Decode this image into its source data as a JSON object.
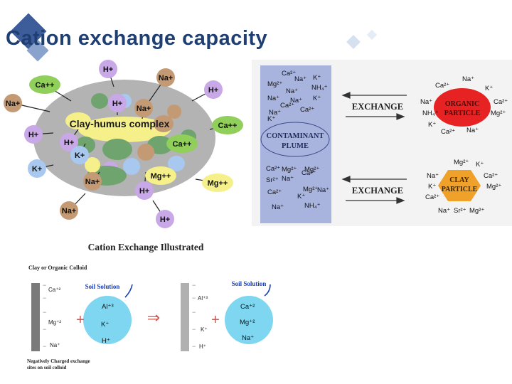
{
  "title": "Cation exchange capacity",
  "diagram1": {
    "center_label": "Clay-humus complex",
    "ions": [
      {
        "label": "H+",
        "color": "#c9a8e8"
      },
      {
        "label": "Na+",
        "color": "#c49a74"
      },
      {
        "label": "Ca++",
        "color": "#8fcf5a"
      },
      {
        "label": "H+",
        "color": "#c9a8e8"
      },
      {
        "label": "Na+",
        "color": "#c49a74"
      },
      {
        "label": "H+",
        "color": "#c9a8e8"
      },
      {
        "label": "Na+",
        "color": "#c49a74"
      },
      {
        "label": "Ca++",
        "color": "#8fcf5a"
      },
      {
        "label": "H+",
        "color": "#c9a8e8"
      },
      {
        "label": "H+",
        "color": "#c9a8e8"
      },
      {
        "label": "K+",
        "color": "#a8c8f0"
      },
      {
        "label": "Ca++",
        "color": "#8fcf5a"
      },
      {
        "label": "K+",
        "color": "#a8c8f0"
      },
      {
        "label": "Na+",
        "color": "#c49a74"
      },
      {
        "label": "Mg++",
        "color": "#f5f08a"
      },
      {
        "label": "Mg++",
        "color": "#f5f08a"
      },
      {
        "label": "H+",
        "color": "#c9a8e8"
      },
      {
        "label": "Na+",
        "color": "#c49a74"
      },
      {
        "label": "H+",
        "color": "#c9a8e8"
      }
    ]
  },
  "diagram2": {
    "plume_label_1": "CONTAMINANT",
    "plume_label_2": "PLUME",
    "plume_ions": [
      "Ca²⁺",
      "Na⁺",
      "K⁺",
      "Mg²⁺",
      "Na⁺",
      "NH₄⁺",
      "Na⁺",
      "Na⁺",
      "K⁺",
      "Ca²⁺",
      "Na⁺",
      "Ca²⁺",
      "K⁺",
      "Ca²⁺",
      "Ca²⁺",
      "Mg²⁺",
      "Mg²⁺",
      "Sr²⁺",
      "Na⁺",
      "Ca²⁺",
      "Mg²⁺",
      "Na⁺",
      "K⁺",
      "Na⁺",
      "NH₄⁺"
    ],
    "exchange_label_top": "EXCHANGE",
    "exchange_label_bottom": "EXCHANGE",
    "organic_label_1": "ORGANIC",
    "organic_label_2": "PARTICLE",
    "organic_ions": [
      "Ca²⁺",
      "Na⁺",
      "K⁺",
      "Na⁺",
      "Ca²⁺",
      "NH₄⁺",
      "Mg²⁺",
      "K⁺",
      "Ca²⁺",
      "Na⁺"
    ],
    "clay_label_1": "CLAY",
    "clay_label_2": "PARTICLE",
    "clay_ions": [
      "Mg²⁺",
      "K⁺",
      "Na⁺",
      "Ca²⁺",
      "K⁺",
      "Mg²⁺",
      "Ca²⁺",
      "Na⁺",
      "Sr²⁺",
      "Mg²⁺"
    ]
  },
  "diagram3": {
    "title": "Cation Exchange Illustrated",
    "colloid_label": "Clay or Organic Colloid",
    "left_surface_ions": [
      "Ca⁺²",
      "Mg⁺²",
      "Na⁺"
    ],
    "soil_solution_label": "Soil Solution",
    "left_solution_ions": [
      "Al⁺³",
      "K⁺",
      "H⁺"
    ],
    "right_surface_ions": [
      "Al⁺³",
      "K⁺",
      "H⁺"
    ],
    "right_solution_ions": [
      "Ca⁺²",
      "Mg⁺²",
      "Na⁺"
    ],
    "neg_charge_label_1": "Negatively Charged exchange",
    "neg_charge_label_2": "sites on soil colloid",
    "plus_sign": "+",
    "arrow_symbol": "⇒"
  }
}
